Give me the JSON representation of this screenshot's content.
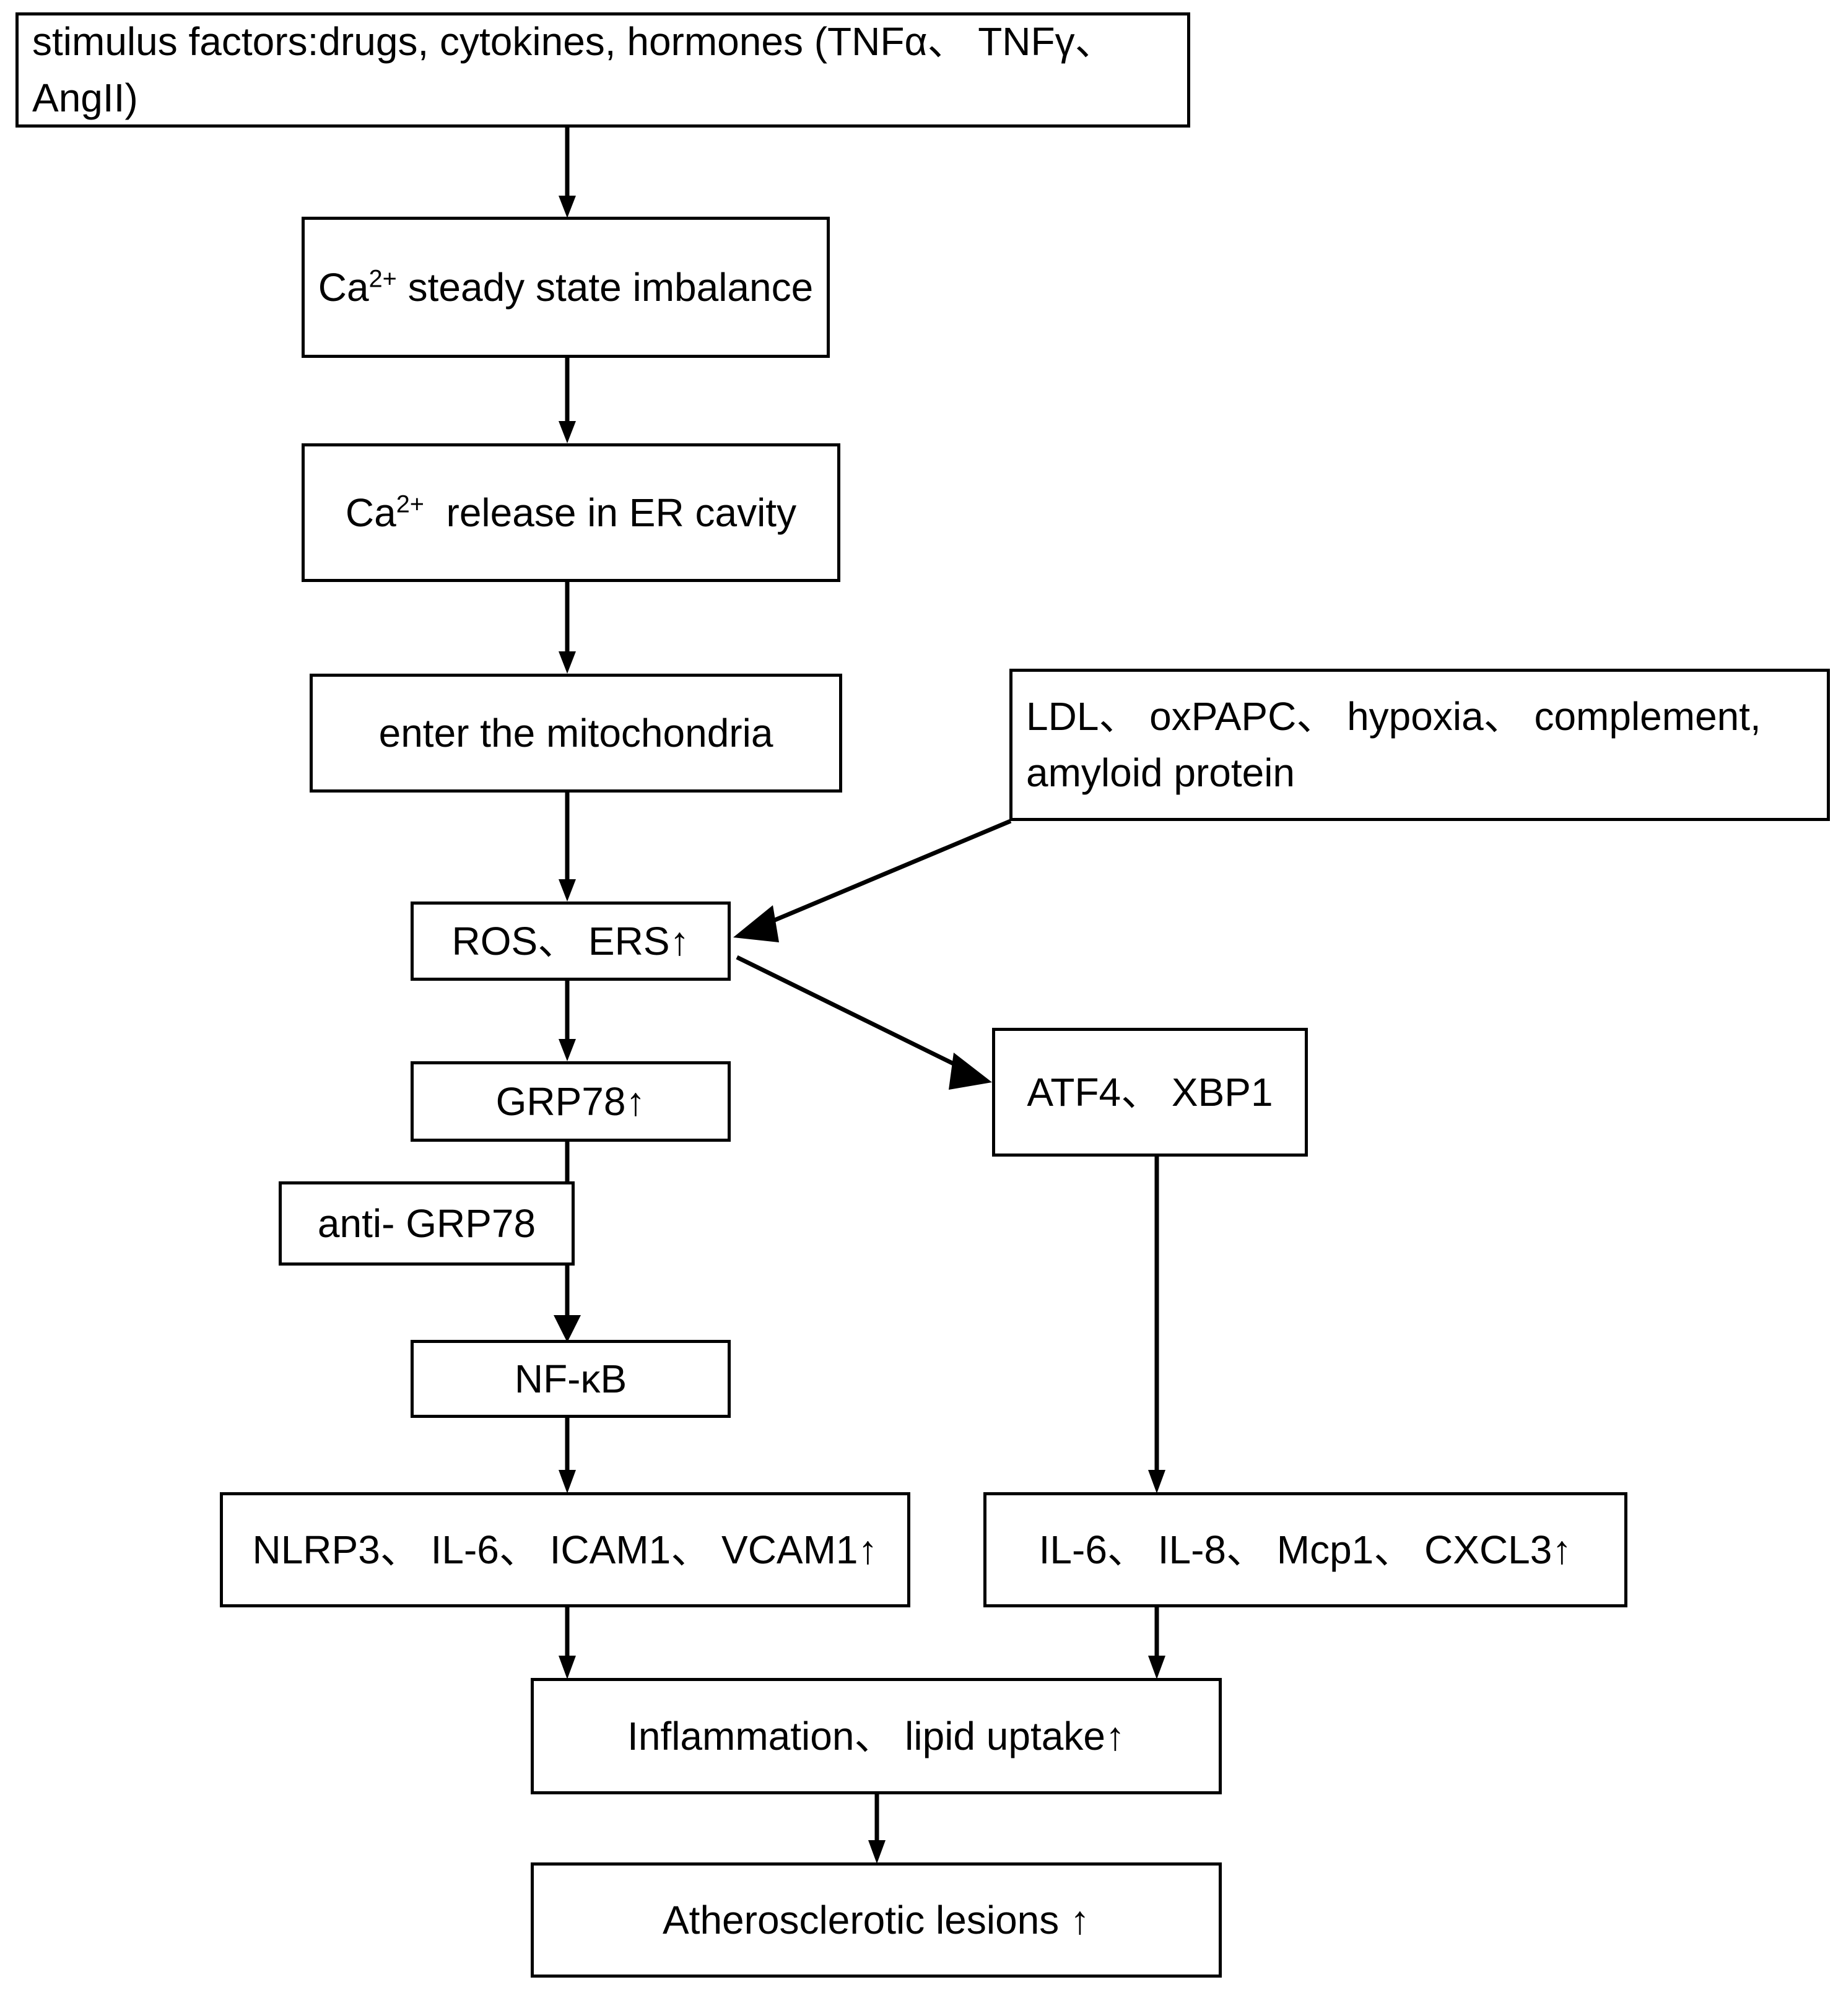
{
  "diagram": {
    "type": "flowchart",
    "title": "",
    "background_color": "#ffffff",
    "line_color": "#000000",
    "text_color": "#000000",
    "nodes": {
      "stimulus_factors": "stimulus factors:drugs, cytokines, hormones (TNFα、 TNFγ、 AngII)",
      "ca_imbalance_pre": "Ca",
      "ca_imbalance_sup": "2+",
      "ca_imbalance_post": " steady state imbalance",
      "ca_release_pre": "Ca",
      "ca_release_sup": "2+",
      "ca_release_post": "  release in ER cavity",
      "enter_mitochondria": "enter the mitochondria",
      "ldl_stimuli": "LDL、 oxPAPC、 hypoxia、 complement, amyloid protein",
      "ros_ers": "ROS、 ERS↑",
      "grp78": "GRP78↑",
      "anti_grp78": "anti- GRP78",
      "atf4_xbp1": "ATF4、 XBP1",
      "nf_kb": "NF-κB",
      "nlrp3_group": "NLRP3、 IL-6、 ICAM1、 VCAM1↑",
      "il6_group": "IL-6、 IL-8、 Mcp1、 CXCL3↑",
      "inflammation": "Inflammation、 lipid uptake↑",
      "atherosclerotic": "Atherosclerotic lesions ↑"
    },
    "edges": [
      {
        "from": "stimulus_factors",
        "to": "ca_imbalance",
        "style": "arrow-down"
      },
      {
        "from": "ca_imbalance",
        "to": "ca_release",
        "style": "arrow-down"
      },
      {
        "from": "ca_release",
        "to": "enter_mitochondria",
        "style": "arrow-down"
      },
      {
        "from": "enter_mitochondria",
        "to": "ros_ers",
        "style": "arrow-down"
      },
      {
        "from": "ldl_stimuli",
        "to": "ros_ers",
        "style": "arrow-diagonal"
      },
      {
        "from": "ros_ers",
        "to": "atf4_xbp1",
        "style": "arrow-diagonal"
      },
      {
        "from": "ros_ers",
        "to": "grp78",
        "style": "arrow-down"
      },
      {
        "from": "grp78",
        "to": "nf_kb",
        "style": "arrow-down"
      },
      {
        "from": "nf_kb",
        "to": "nlrp3_group",
        "style": "arrow-down"
      },
      {
        "from": "atf4_xbp1",
        "to": "il6_group",
        "style": "arrow-down"
      },
      {
        "from": "nlrp3_group",
        "to": "inflammation",
        "style": "arrow-down"
      },
      {
        "from": "il6_group",
        "to": "inflammation",
        "style": "arrow-down"
      },
      {
        "from": "inflammation",
        "to": "atherosclerotic",
        "style": "arrow-down"
      }
    ]
  }
}
